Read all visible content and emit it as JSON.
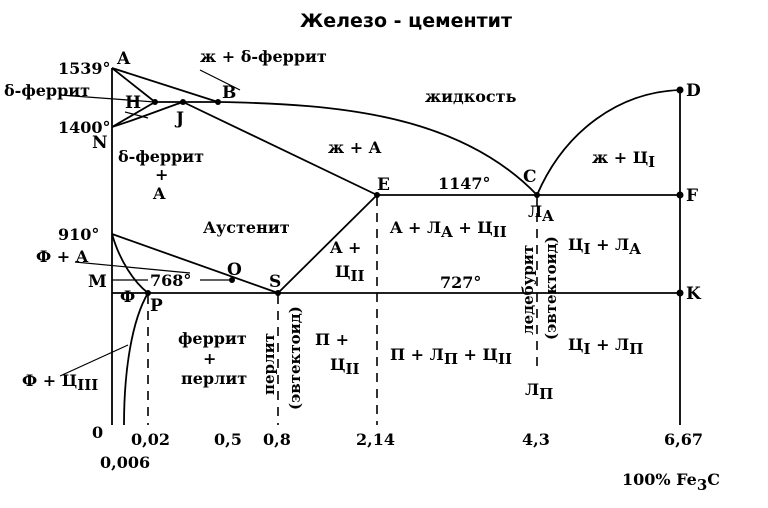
{
  "title": "Железо - цементит",
  "points": {
    "A": "A",
    "B": "B",
    "H": "H",
    "J": "J",
    "N": "N",
    "D": "D",
    "C": "C",
    "E": "E",
    "F": "F",
    "M": "M",
    "O": "O",
    "S": "S",
    "P": "P",
    "K": "K"
  },
  "temperatures": {
    "t1539": "1539°",
    "t1400": "1400°",
    "t910": "910°",
    "t768": "768°",
    "t1147": "1147°",
    "t727": "727°"
  },
  "phases": {
    "delta_ferrite": "δ-феррит",
    "liquid_delta": "ж + δ-феррит",
    "liquid": "жидкость",
    "delta_a_1": "δ-феррит",
    "delta_a_2": "+",
    "delta_a_3": "A",
    "liquid_a": "ж + A",
    "liquid_c1": "ж + Ц",
    "c1_sub": "I",
    "austenite": "Аустенит",
    "f_a": "Ф + A",
    "f": "Ф",
    "f_c3": "Ф + Ц",
    "c3_sub": "III",
    "ferrite_pearlite_1": "феррит",
    "ferrite_pearlite_2": "+",
    "ferrite_pearlite_3": "перлит",
    "pearlite_eutectoid_1": "перлит",
    "pearlite_eutectoid_2": "(эвтектоид)",
    "a_c2_1": "A +",
    "a_c2_2": "Ц",
    "c2_sub": "II",
    "a_la_c2_a": "A + Л",
    "a_la_sub": "A",
    "a_la_c2_b": " + Ц",
    "a_la_c2_sub2": "II",
    "la_label": "Л",
    "la_sub": "A",
    "c1_la": "Ц",
    "c1_la_sub": "I",
    "c1_la_b": " + Л",
    "c1_la_sub2": "A",
    "ledeburite_1": "ледебурит",
    "ledeburite_2": "(эвтектоид)",
    "p_c2_1": "П +",
    "p_c2_2": "Ц",
    "p_c2_sub": "II",
    "p_lp_c2_a": "П + Л",
    "p_lp_sub": "П",
    "p_lp_c2_b": " + Ц",
    "p_lp_c2_sub2": "II",
    "lp_label": "Л",
    "lp_sub": "П",
    "c1_lp": "Ц",
    "c1_lp_sub": "I",
    "c1_lp_b": " + Л",
    "c1_lp_sub2": "П"
  },
  "x_axis": {
    "origin": "0",
    "ticks": [
      "0,02",
      "0,5",
      "0,8",
      "2,14",
      "4,3",
      "6,67"
    ],
    "t0006": "0,006",
    "unit": "100% Fe",
    "unit_sub": "3",
    "unit_tail": "C"
  }
}
